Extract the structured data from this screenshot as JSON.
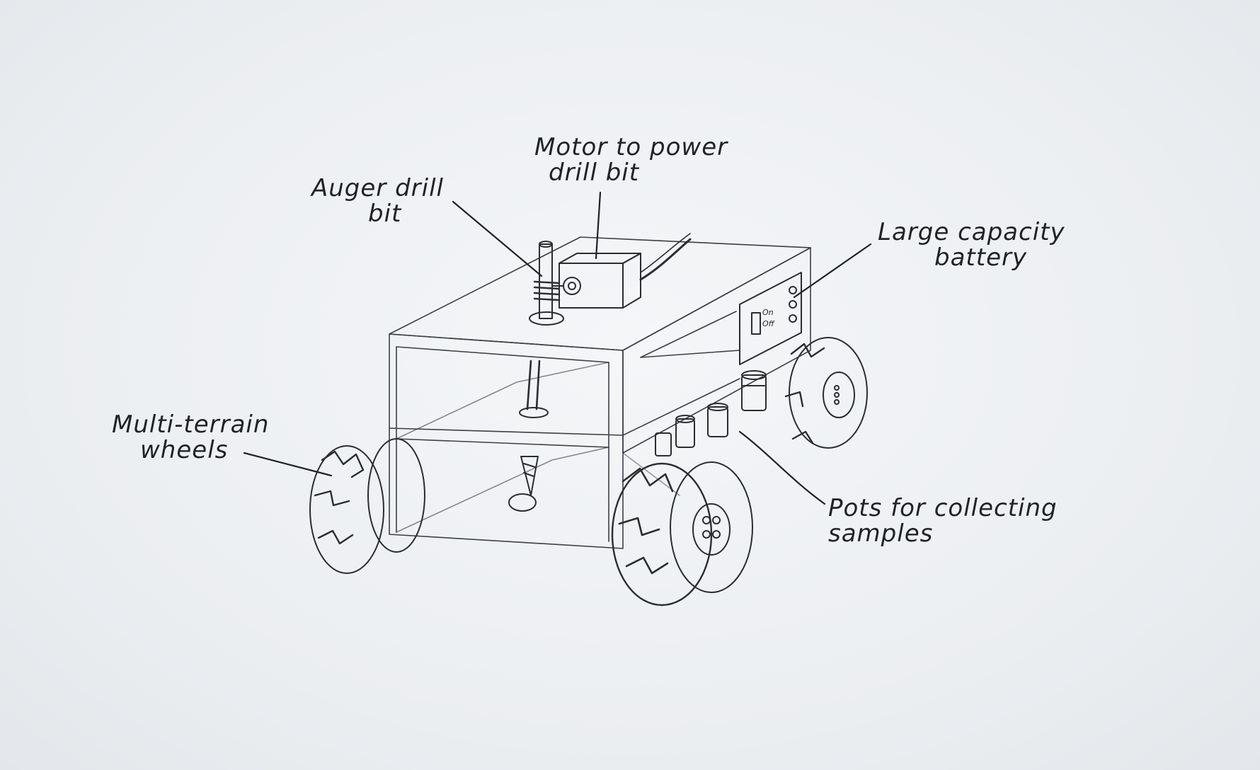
{
  "labels": {
    "auger": {
      "line1": "Auger drill",
      "line2": "bit"
    },
    "motor": {
      "line1": "Motor to power",
      "line2": "drill bit"
    },
    "battery": {
      "line1": "Large capacity",
      "line2": "battery"
    },
    "wheels": {
      "line1": "Multi-terrain",
      "line2": "wheels"
    },
    "pots": {
      "line1": "Pots for collecting",
      "line2": "samples"
    }
  },
  "switch": {
    "on": "On",
    "off": "Off"
  },
  "colors": {
    "ink": "#1f2226",
    "paper": "#eef1f4",
    "pencil": "#5a5f66"
  }
}
